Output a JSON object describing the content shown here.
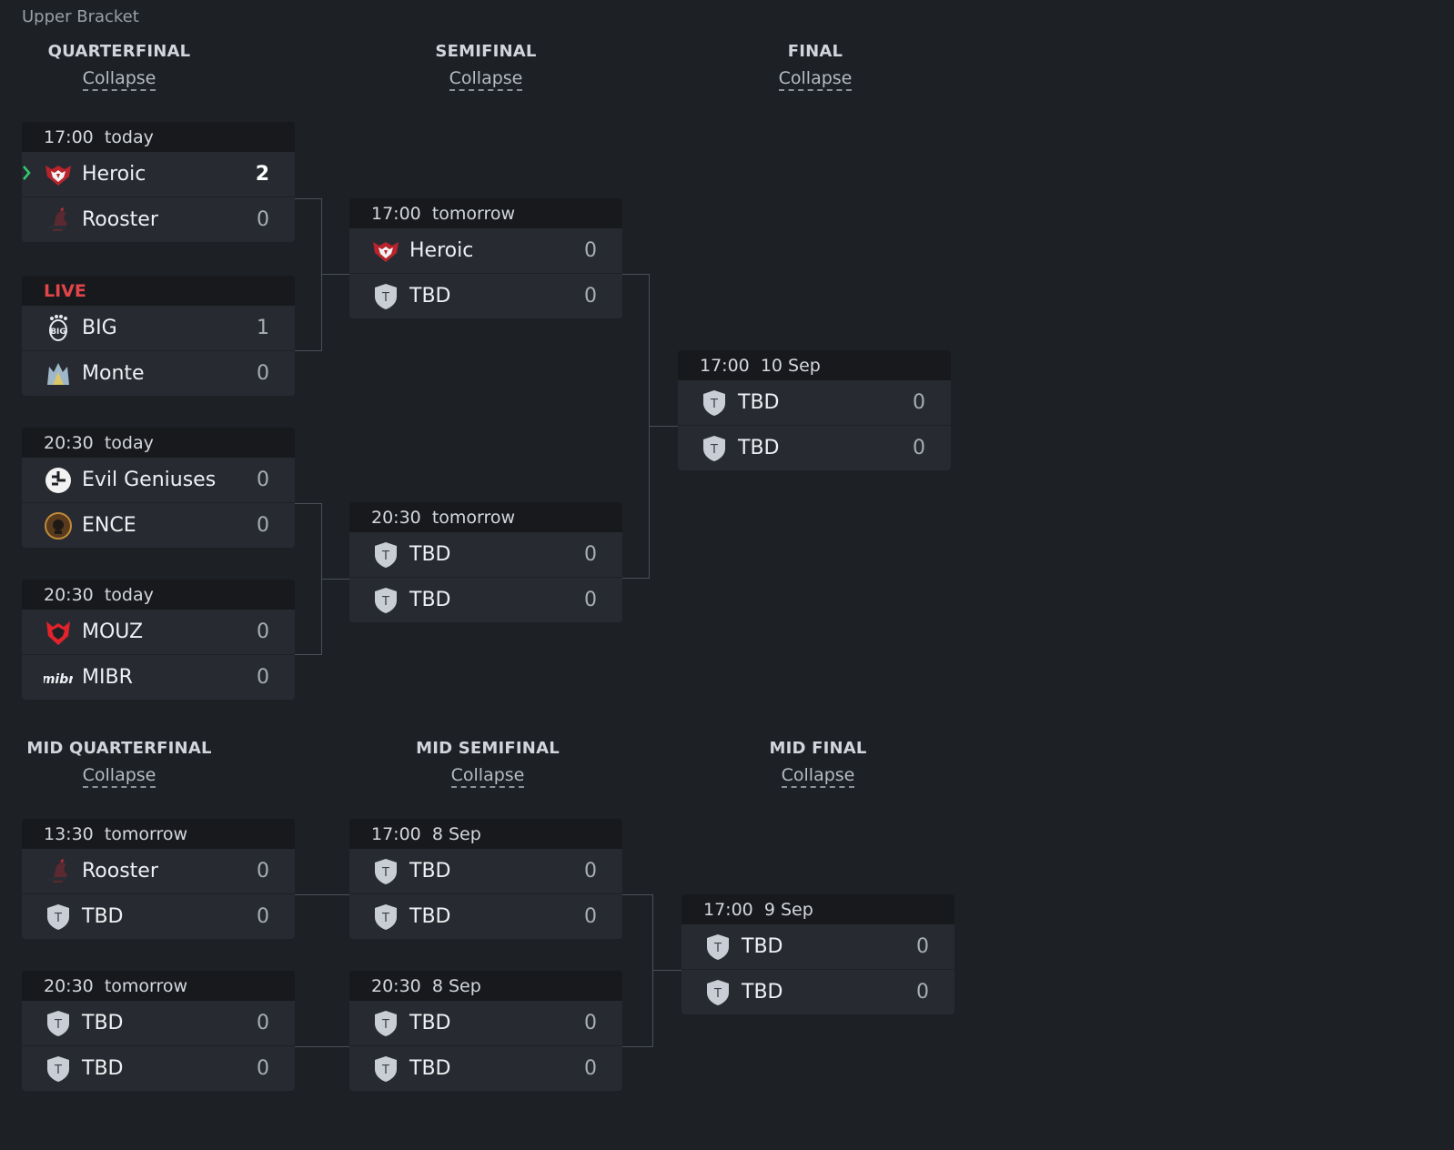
{
  "section_title": "Upper Bracket",
  "rounds": [
    {
      "name": "QUARTERFINAL",
      "collapse": "Collapse"
    },
    {
      "name": "SEMIFINAL",
      "collapse": "Collapse"
    },
    {
      "name": "FINAL",
      "collapse": "Collapse"
    },
    {
      "name": "MID QUARTERFINAL",
      "collapse": "Collapse"
    },
    {
      "name": "MID SEMIFINAL",
      "collapse": "Collapse"
    },
    {
      "name": "MID FINAL",
      "collapse": "Collapse"
    }
  ],
  "matches": [
    {
      "time": "17:00  today",
      "teams": [
        {
          "name": "Heroic",
          "score": "2",
          "logo": "heroic-logo"
        },
        {
          "name": "Rooster",
          "score": "0",
          "logo": "rooster-logo"
        }
      ]
    },
    {
      "time": "LIVE",
      "teams": [
        {
          "name": "BIG",
          "score": "1",
          "logo": "big-logo"
        },
        {
          "name": "Monte",
          "score": "0",
          "logo": "monte-logo"
        }
      ]
    },
    {
      "time": "20:30  today",
      "teams": [
        {
          "name": "Evil Geniuses",
          "score": "0",
          "logo": "evil-geniuses-logo"
        },
        {
          "name": "ENCE",
          "score": "0",
          "logo": "ence-logo"
        }
      ]
    },
    {
      "time": "20:30  today",
      "teams": [
        {
          "name": "MOUZ",
          "score": "0",
          "logo": "mouz-logo"
        },
        {
          "name": "MIBR",
          "score": "0",
          "logo": "mibr-logo"
        }
      ]
    },
    {
      "time": "17:00  tomorrow",
      "teams": [
        {
          "name": "Heroic",
          "score": "0",
          "logo": "heroic-logo"
        },
        {
          "name": "TBD",
          "score": "0",
          "logo": "tbd-shield-icon"
        }
      ]
    },
    {
      "time": "20:30  tomorrow",
      "teams": [
        {
          "name": "TBD",
          "score": "0",
          "logo": "tbd-shield-icon"
        },
        {
          "name": "TBD",
          "score": "0",
          "logo": "tbd-shield-icon"
        }
      ]
    },
    {
      "time": "17:00  10 Sep",
      "teams": [
        {
          "name": "TBD",
          "score": "0",
          "logo": "tbd-shield-icon"
        },
        {
          "name": "TBD",
          "score": "0",
          "logo": "tbd-shield-icon"
        }
      ]
    },
    {
      "time": "13:30  tomorrow",
      "teams": [
        {
          "name": "Rooster",
          "score": "0",
          "logo": "rooster-logo"
        },
        {
          "name": "TBD",
          "score": "0",
          "logo": "tbd-shield-icon"
        }
      ]
    },
    {
      "time": "20:30  tomorrow",
      "teams": [
        {
          "name": "TBD",
          "score": "0",
          "logo": "tbd-shield-icon"
        },
        {
          "name": "TBD",
          "score": "0",
          "logo": "tbd-shield-icon"
        }
      ]
    },
    {
      "time": "17:00  8 Sep",
      "teams": [
        {
          "name": "TBD",
          "score": "0",
          "logo": "tbd-shield-icon"
        },
        {
          "name": "TBD",
          "score": "0",
          "logo": "tbd-shield-icon"
        }
      ]
    },
    {
      "time": "20:30  8 Sep",
      "teams": [
        {
          "name": "TBD",
          "score": "0",
          "logo": "tbd-shield-icon"
        },
        {
          "name": "TBD",
          "score": "0",
          "logo": "tbd-shield-icon"
        }
      ]
    },
    {
      "time": "17:00  9 Sep",
      "teams": [
        {
          "name": "TBD",
          "score": "0",
          "logo": "tbd-shield-icon"
        },
        {
          "name": "TBD",
          "score": "0",
          "logo": "tbd-shield-icon"
        }
      ]
    }
  ],
  "colors": {
    "background": "#1d2025",
    "card": "#272b31",
    "header": "#17191d",
    "live": "#e0454a",
    "winner_arrow": "#2ecc71"
  }
}
